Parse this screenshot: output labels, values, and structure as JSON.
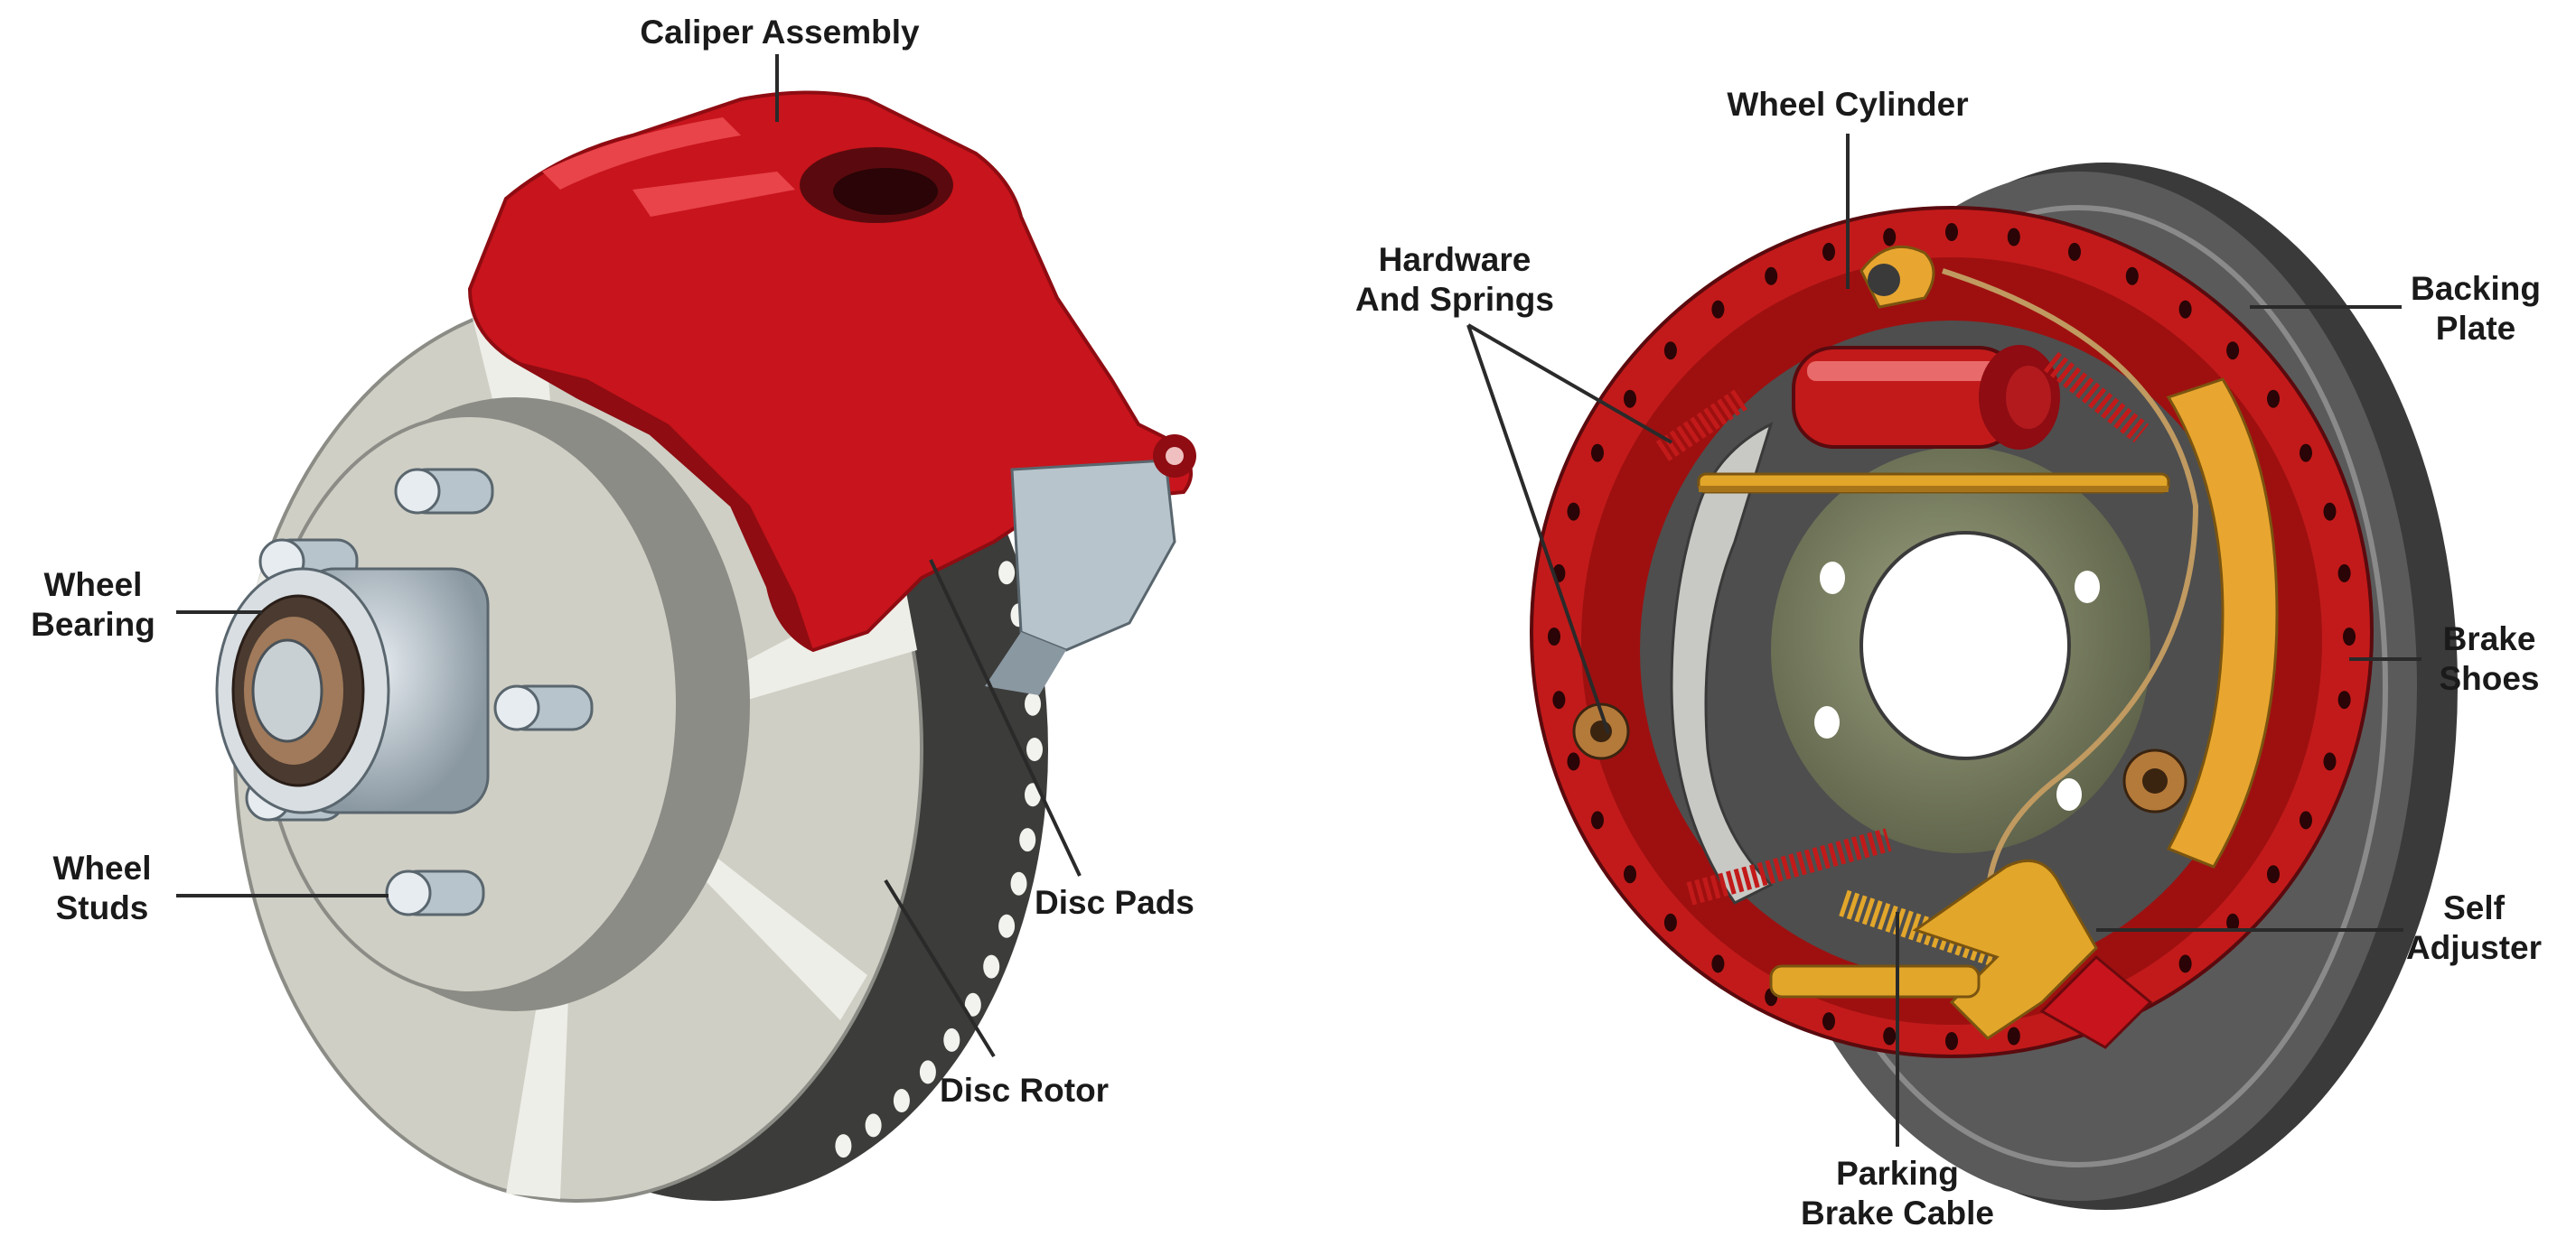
{
  "colors": {
    "caliper": "#c8141c",
    "caliper_dark": "#8e0c12",
    "caliper_light": "#e8444a",
    "rotor": "#cfcfc5",
    "rotor_light": "#eeeee8",
    "rotor_dark": "#8c8c86",
    "hub": "#b8c4cc",
    "drum_plate": "#5a5a5a",
    "drum_plate_dark": "#3a3a3a",
    "shoe": "#c21a1a",
    "hardware": "#e2a62a",
    "center": "#7e8467",
    "leader": "#2a2a2a"
  },
  "disc_brake": {
    "labels": {
      "caliper_assembly": "Caliper Assembly",
      "wheel_bearing": [
        "Wheel",
        "Bearing"
      ],
      "wheel_studs": [
        "Wheel",
        "Studs"
      ],
      "disc_pads": "Disc Pads",
      "disc_rotor": "Disc Rotor"
    }
  },
  "drum_brake": {
    "labels": {
      "wheel_cylinder": "Wheel Cylinder",
      "hardware_and_springs": [
        "Hardware",
        "And Springs"
      ],
      "backing_plate": [
        "Backing",
        "Plate"
      ],
      "brake_shoes": [
        "Brake",
        "Shoes"
      ],
      "self_adjuster": [
        "Self",
        "Adjuster"
      ],
      "parking_brake_cable": [
        "Parking",
        "Brake Cable"
      ]
    }
  }
}
